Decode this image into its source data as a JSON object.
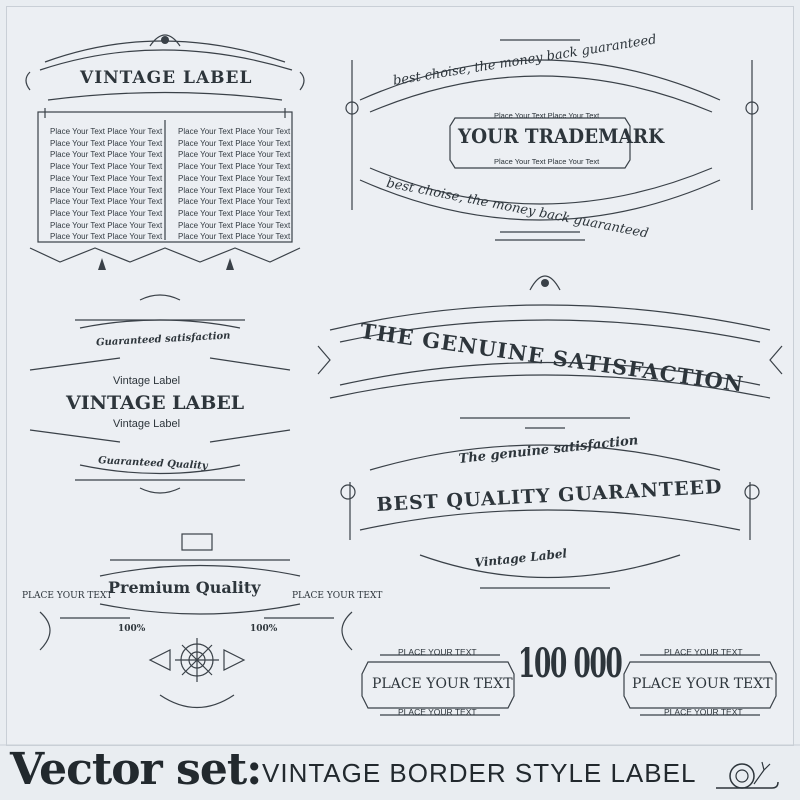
{
  "label1": {
    "title": "VINTAGE LABEL",
    "column_left": [
      "Place Your Text Place Your Text",
      "Place Your Text Place Your Text",
      "Place Your Text Place Your Text",
      "Place Your Text Place Your Text",
      "Place Your Text Place Your Text",
      "Place Your Text Place Your Text",
      "Place Your Text Place Your Text",
      "Place Your Text Place Your Text",
      "Place Your Text Place Your Text",
      "Place Your Text Place Your Text"
    ],
    "column_right": [
      "Place Your Text Place Your Text",
      "Place Your Text Place Your Text",
      "Place Your Text Place Your Text",
      "Place Your Text Place Your Text",
      "Place Your Text Place Your Text",
      "Place Your Text Place Your Text",
      "Place Your Text Place Your Text",
      "Place Your Text Place Your Text",
      "Place Your Text Place Your Text",
      "Place Your Text Place Your Text"
    ]
  },
  "label2": {
    "arc_top": "best choise, the money back guaranteed",
    "small_top": "Place Your Text Place Your Text",
    "title": "YOUR TRADEMARK",
    "small_bottom": "Place Your Text Place Your Text",
    "arc_bottom": "best choise, the money back guaranteed"
  },
  "label3": {
    "top": "Guaranteed satisfaction",
    "sub1": "Vintage Label",
    "title": "VINTAGE LABEL",
    "sub2": "Vintage Label",
    "bottom": "Guaranteed Quality"
  },
  "label4": {
    "title": "THE GENUINE SATISFACTION"
  },
  "label5": {
    "top": "The genuine satisfaction",
    "title": "BEST QUALITY GUARANTEED",
    "bottom": "Vintage Label"
  },
  "label6": {
    "title": "Premium Quality",
    "left": "PLACE YOUR TEXT",
    "right": "PLACE YOUR TEXT",
    "pct_left": "100%",
    "pct_right": "100%"
  },
  "label7": {
    "number": "100 000",
    "left_top": "PLACE YOUR TEXT",
    "left_main": "PLACE YOUR TEXT",
    "left_bottom": "PLACE YOUR TEXT",
    "right_top": "PLACE YOUR TEXT",
    "right_main": "PLACE YOUR TEXT",
    "right_bottom": "PLACE YOUR TEXT"
  },
  "footer": {
    "vector": "Vector set:",
    "subtitle": "VINTAGE BORDER STYLE LABEL",
    "snail": "snail-icon"
  },
  "colors": {
    "ink": "#3a4148",
    "background": "#e9edf1"
  }
}
